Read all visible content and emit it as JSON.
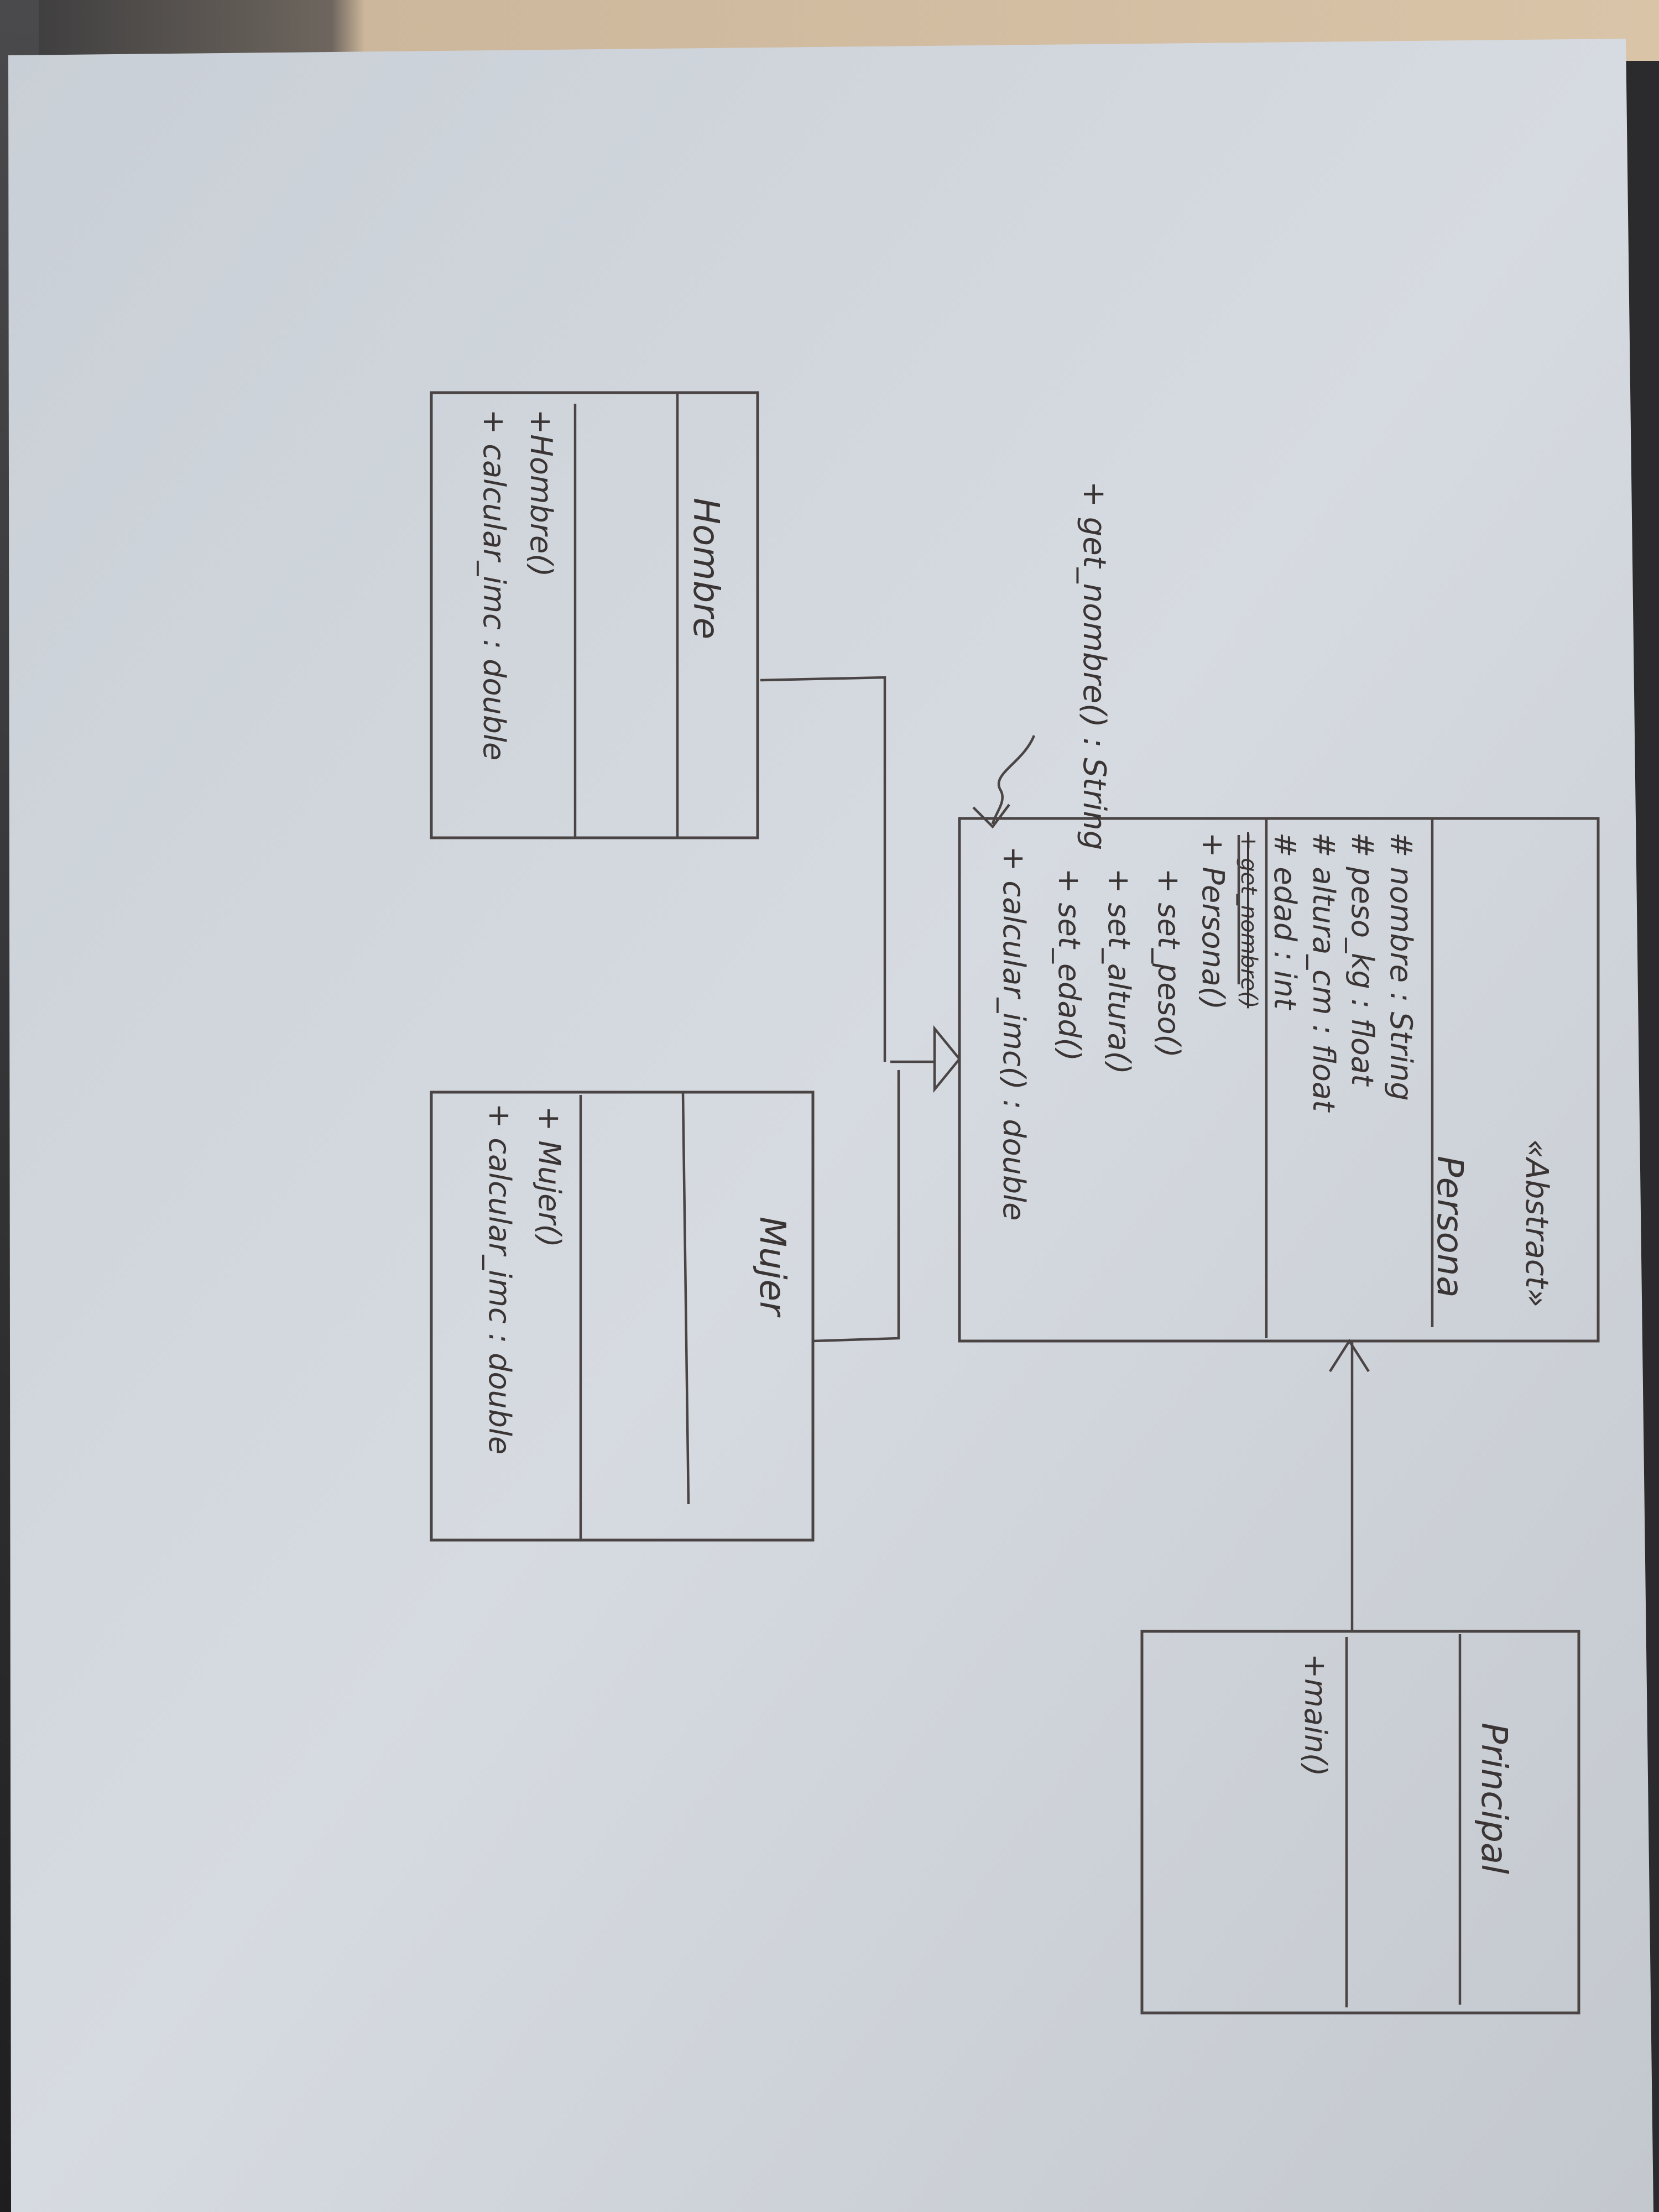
{
  "diagram": {
    "classes": {
      "persona": {
        "stereotype": "«Abstract»",
        "name": "Persona",
        "attributes": [
          "# nombre : String",
          "# peso_kg : float",
          "# altura_cm : float",
          "# edad : int"
        ],
        "struck_method": "+ get_nombre()",
        "methods": [
          "+ Persona()",
          "+ set_peso()",
          "+ set_altura()",
          "+ set_edad()",
          "+ calcular_imc() : double"
        ]
      },
      "hombre": {
        "name": "Hombre",
        "methods": [
          "+Hombre()",
          "+ calcular_imc : double"
        ]
      },
      "mujer": {
        "name": "Mujer",
        "methods": [
          "+ Mujer()",
          "+ calcular_imc : double"
        ]
      },
      "principal": {
        "name": "Principal",
        "methods": [
          "+main()"
        ]
      }
    },
    "annotation": "+ get_nombre() : String"
  }
}
